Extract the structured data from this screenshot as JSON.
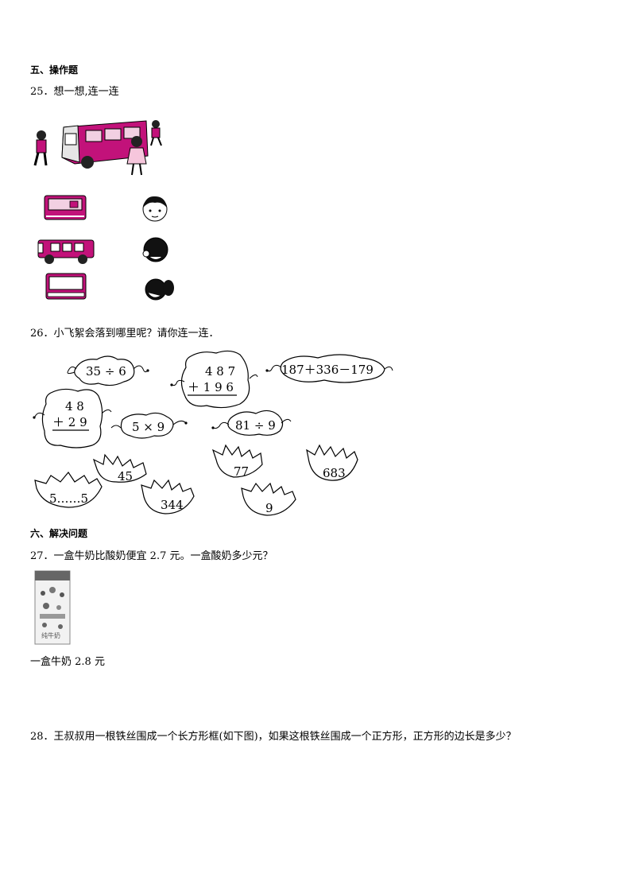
{
  "section5": {
    "heading": "五、操作题",
    "q25": {
      "text": "25．想一想,连一连"
    },
    "q26": {
      "text": "26．小飞絮会落到哪里呢？请你连一连．",
      "clouds": {
        "c1": "35 ÷ 6",
        "c2_top": "4 8 7",
        "c2_bottom": "＋ 1 9 6",
        "c3": "187＋336－179",
        "c4_top": "4 8",
        "c4_bottom": "＋ 2 9",
        "c5": "5 × 9",
        "c6": "81 ÷ 9"
      },
      "grass": {
        "g1": "45",
        "g2": "77",
        "g3": "683",
        "g4": "5……5",
        "g5": "344",
        "g6": "9"
      }
    }
  },
  "section6": {
    "heading": "六、解决问题",
    "q27": {
      "text": "27．一盒牛奶比酸奶便宜 2.7 元。一盒酸奶多少元？",
      "caption": "一盒牛奶 2.8 元",
      "carton_label": "纯牛奶"
    },
    "q28": {
      "text": "28．王叔叔用一根铁丝围成一个长方形框(如下图)，如果这根铁丝围成一个正方形，正方形的边长是多少？"
    }
  }
}
